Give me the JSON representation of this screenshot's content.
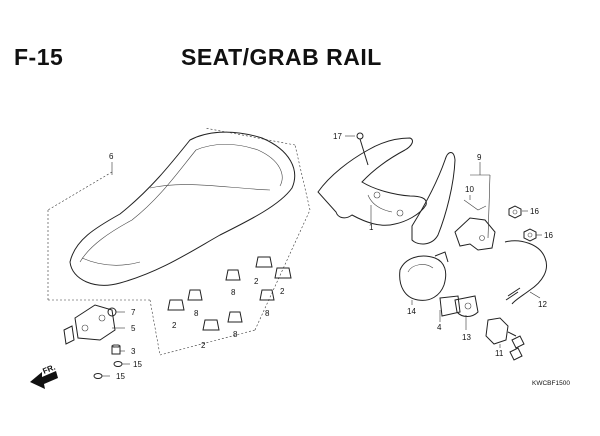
{
  "header": {
    "code": "F-15",
    "title": "SEAT/GRAB RAIL"
  },
  "callouts": {
    "seat": "6",
    "bolt_17": "17",
    "grab_rail": "1",
    "hinge_assy": "9",
    "spring": "10",
    "nut_16_a": "16",
    "nut_16_b": "16",
    "cable": "12",
    "latch": "14",
    "bracket_4": "4",
    "plate_13": "13",
    "key_cylinder": "11",
    "nut_7": "7",
    "hinge_5": "5",
    "collar_3": "3",
    "washer_15_a": "15",
    "washer_15_b": "15",
    "cushion_2_a": "2",
    "cushion_2_b": "2",
    "cushion_2_c": "2",
    "cushion_2_d": "2",
    "cushion_8_a": "8",
    "cushion_8_b": "8",
    "cushion_8_c": "8",
    "cushion_8_d": "8"
  },
  "direction": {
    "front": "FR."
  },
  "footer": {
    "code": "KWCBF1500"
  }
}
